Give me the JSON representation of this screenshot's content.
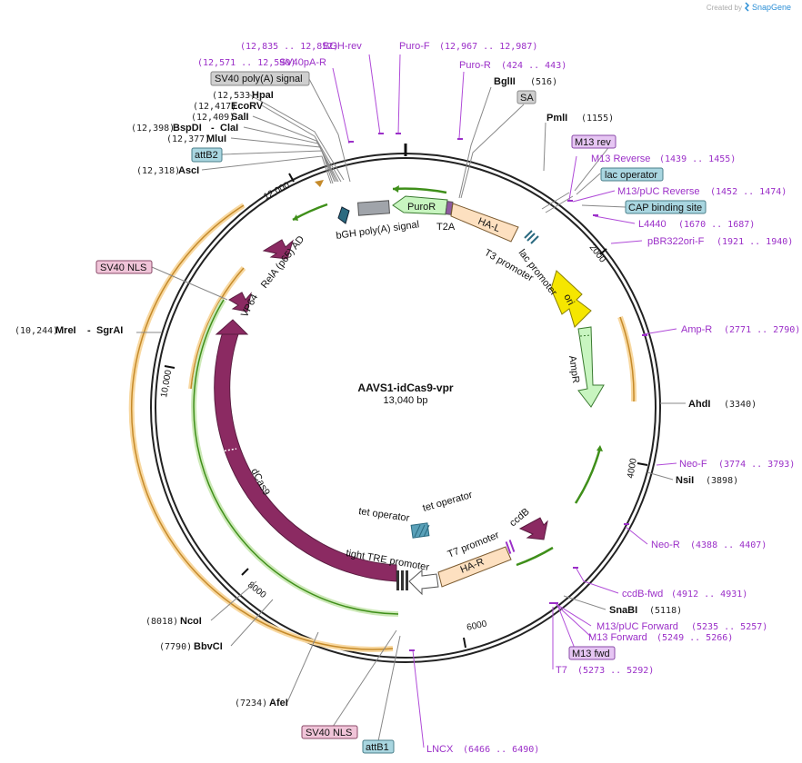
{
  "header": {
    "created_by": "Created by",
    "brand": "SnapGene"
  },
  "plasmid": {
    "name": "AAVS1-idCas9-vpr",
    "length": "13,040 bp"
  },
  "ticks": [
    "2000",
    "4000",
    "6000",
    "8000",
    "10,000",
    "12,000"
  ],
  "sites": {
    "bgl2": {
      "name": "BglII",
      "pos": "(516)"
    },
    "pml1": {
      "name": "PmlI",
      "pos": "(1155)"
    },
    "ahd1": {
      "name": "AhdI",
      "pos": "(3340)"
    },
    "nsi1": {
      "name": "NsiI",
      "pos": "(3898)"
    },
    "snab1": {
      "name": "SnaBI",
      "pos": "(5118)"
    },
    "afe1": {
      "name": "AfeI",
      "pos": "(7234)"
    },
    "bbvc1": {
      "name": "BbvCI",
      "pos": "(7790)"
    },
    "nco1": {
      "name": "NcoI",
      "pos": "(8018)"
    },
    "mre1": {
      "name": "MreI",
      "sep": "-",
      "name2": "SgrAI",
      "pos": "(10,244)"
    },
    "asc1": {
      "name": "AscI",
      "pos": "(12,318)"
    },
    "mlu1": {
      "name": "MluI",
      "pos": "(12,377)"
    },
    "bspd1": {
      "name": "BspDI",
      "sep": "-",
      "name2": "ClaI",
      "pos": "(12,398)"
    },
    "sal1": {
      "name": "SalI",
      "pos": "(12,409)"
    },
    "ecorv": {
      "name": "EcoRV",
      "pos": "(12,417)"
    },
    "hpa1": {
      "name": "HpaI",
      "pos": "(12,533)"
    }
  },
  "primers": {
    "bgh_rev": {
      "name": "BGH-rev",
      "pos": "(12,835 .. 12,852)"
    },
    "sv40pa_r": {
      "name": "SV40pA-R",
      "pos": "(12,571 .. 12,590)"
    },
    "puro_f": {
      "name": "Puro-F",
      "pos": "(12,967 .. 12,987)"
    },
    "puro_r": {
      "name": "Puro-R",
      "pos": "(424 .. 443)"
    },
    "m13_rev": {
      "name": "M13 Reverse",
      "pos": "(1439 .. 1455)"
    },
    "m13puc_rev": {
      "name": "M13/pUC Reverse",
      "pos": "(1452 .. 1474)"
    },
    "l4440": {
      "name": "L4440",
      "pos": "(1670 .. 1687)"
    },
    "pbr322ori": {
      "name": "pBR322ori-F",
      "pos": "(1921 .. 1940)"
    },
    "amp_r": {
      "name": "Amp-R",
      "pos": "(2771 .. 2790)"
    },
    "neo_f": {
      "name": "Neo-F",
      "pos": "(3774 .. 3793)"
    },
    "neo_r": {
      "name": "Neo-R",
      "pos": "(4388 .. 4407)"
    },
    "ccdb_fwd": {
      "name": "ccdB-fwd",
      "pos": "(4912 .. 4931)"
    },
    "m13puc_fwd": {
      "name": "M13/pUC Forward",
      "pos": "(5235 .. 5257)"
    },
    "m13_fwd": {
      "name": "M13 Forward",
      "pos": "(5249 .. 5266)"
    },
    "t7": {
      "name": "T7",
      "pos": "(5273 .. 5292)"
    },
    "lncx": {
      "name": "LNCX",
      "pos": "(6466 .. 6490)"
    }
  },
  "boxes": {
    "sv40_polya": "SV40 poly(A) signal",
    "sa": "SA",
    "attb2": "attB2",
    "m13_rev_box": "M13 rev",
    "lac_operator": "lac operator",
    "cap_site": "CAP binding site",
    "sv40_nls_left": "SV40 NLS",
    "m13_fwd_box": "M13 fwd",
    "sv40_nls_bottom": "SV40 NLS",
    "attb1": "attB1"
  },
  "features": {
    "bgh": "bGH poly(A) signal",
    "puror": "PuroR",
    "t2a": "T2A",
    "hal": "HA-L",
    "t3": "T3 promoter",
    "lacp": "lac promoter",
    "ori": "ori",
    "ampr": "AmpR",
    "relA": "RelA (p65) AD",
    "vp64": "VP64",
    "dcas9": "dCas9",
    "tet1": "tet operator",
    "tet2": "tet operator",
    "tre": "tight TRE promoter",
    "t7p": "T7 promoter",
    "har": "HA-R",
    "ccdb": "ccdB"
  },
  "colors": {
    "backbone": "#222222",
    "feature_purple": "#8b2a62",
    "orf_orange": "#f0b64a",
    "orf_green": "#3f8f1a",
    "puror": "#c8f5c0",
    "homology": "#fde0c0",
    "ori": "#f5e600",
    "ampr": "#c8f5c0",
    "primer": "#9b2fc8",
    "box_gray": "#cfcfcf",
    "box_teal": "#a9d6e0",
    "box_pink": "#f0c4d8",
    "box_lilac": "#e6c6f3"
  }
}
